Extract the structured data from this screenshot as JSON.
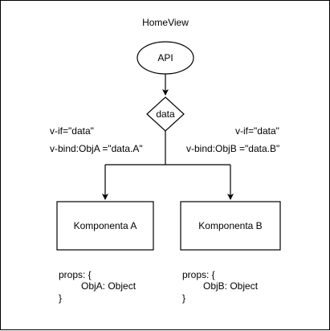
{
  "diagram": {
    "title": "HomeView",
    "nodes": {
      "api": {
        "label": "API"
      },
      "decision": {
        "label": "data"
      },
      "component_a": {
        "label": "Komponenta A"
      },
      "component_b": {
        "label": "Komponenta B"
      }
    },
    "annotations": {
      "left": {
        "line1": "v-if=\"data\"",
        "line2": "v-bind:ObjA =\"data.A\""
      },
      "right": {
        "line1": "v-if=\"data\"",
        "line2": "v-bind:ObjB =\"data.B\""
      }
    },
    "props": {
      "a": {
        "open": "props: {",
        "field": "ObjA: Object",
        "close": "}"
      },
      "b": {
        "open": "props: {",
        "field": "ObjB: Object",
        "close": "}"
      }
    }
  }
}
